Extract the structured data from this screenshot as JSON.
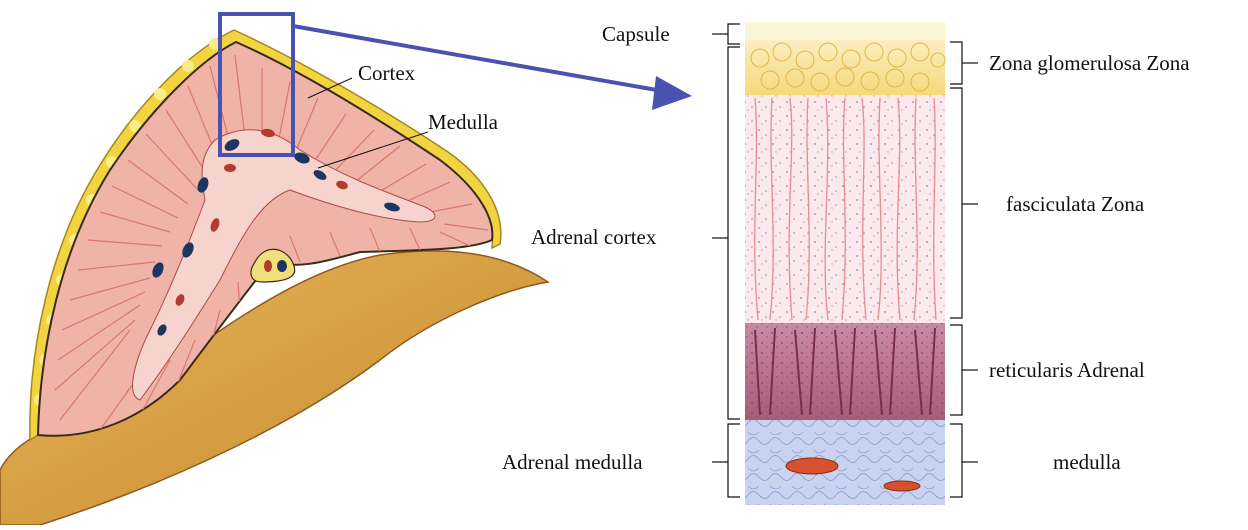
{
  "left_labels": {
    "cortex": "Cortex",
    "medulla": "Medulla"
  },
  "column_left_labels": {
    "capsule": "Capsule",
    "adrenal_cortex": "Adrenal cortex",
    "adrenal_medulla": "Adrenal medulla"
  },
  "column_right_labels": {
    "zona_glomerulosa": "Zona glomerulosa Zona",
    "fasciculata": "fasciculata Zona",
    "reticularis": "reticularis Adrenal",
    "medulla": "medulla"
  },
  "colors": {
    "capsule_yellow": "#f2d441",
    "cortex_pink": "#f0b3a8",
    "cortex_stripe": "#d9776e",
    "kidney_tan": "#d9a047",
    "zoom_box": "#4a52b0",
    "glomerulosa": "#f6dc86",
    "fasciculata": "#fbe9ec",
    "reticularis": "#b46c86",
    "medulla_blue": "#c9d2ee"
  }
}
